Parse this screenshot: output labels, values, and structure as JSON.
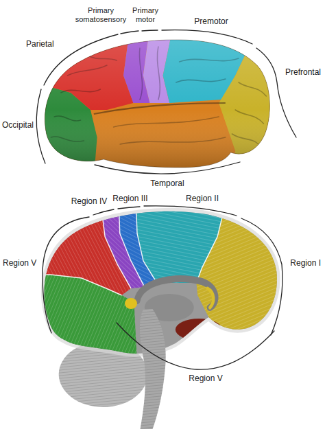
{
  "diagram": {
    "labels": [
      "Primary somatosensory",
      "Primary motor",
      "Parietal",
      "Premotor",
      "Prefrontal",
      "Occipital",
      "Temporal",
      "Region IV",
      "Region III",
      "Region II",
      "Region V",
      "Region I",
      "Region V"
    ]
  }
}
